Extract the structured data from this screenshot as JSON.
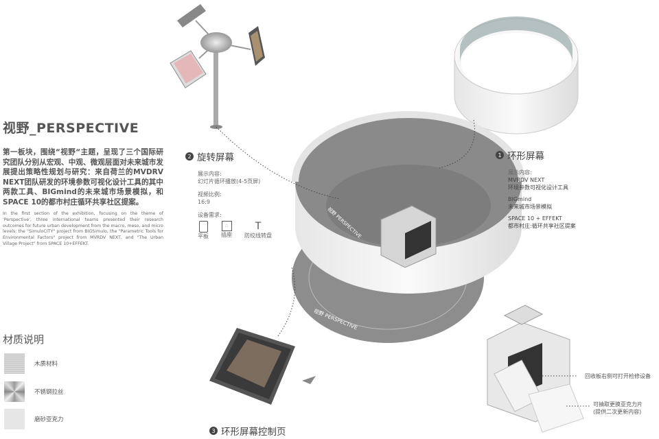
{
  "intro": {
    "title": "视野_PERSPECTIVE",
    "body_cn": "第一板块，围绕“视野“主题，呈现了三个国际研究团队分别从宏观、中观、微观层面对未来城市发展提出策略性规划与研究：来自荷兰的MVDRV  NEXT团队研发的环境参数可视化设计工具的其中两款工具、BIGmind的未来城市场景模拟，和SPACE 10的都市村庄循环共享社区提案。",
    "body_en": "In the first section of the exhibition, focusing on the theme of 'Perspective', three international teams presented their research outcomes for future urban development from the macro, meso, and micro levels: the \"SimuloCITY\" project from BIGSimulo, the \"Parametric Tools for Environmental Factors\" project from MVRDV NEXT, and \"The Urban Village Project\" from SPACE 10+EFFEKT."
  },
  "materials": {
    "title": "材质说明",
    "items": [
      {
        "label": "木质材料",
        "icon": "wood-texture"
      },
      {
        "label": "不锈钢拉丝",
        "icon": "brushed-steel-texture"
      },
      {
        "label": "磨砂亚克力",
        "icon": "frosted-acrylic-texture"
      }
    ]
  },
  "section1": {
    "num": "1",
    "title": "环形屏幕",
    "content_label": "展示内容:",
    "entries": [
      {
        "name": "MVRDV NEXT",
        "desc": "环境参数可视化设计工具"
      },
      {
        "name": "BIGmind",
        "desc": "未来城市场景模拟"
      },
      {
        "name": "SPACE 10 + EFFEKT",
        "desc": "都市村庄:循环共享社区提案"
      }
    ]
  },
  "section2": {
    "num": "2",
    "title": "旋转屏幕",
    "content_label": "展示内容:",
    "content": "幻灯片循环播放(4-5页屏)",
    "ratio_label": "视频比例:",
    "ratio": "16:9",
    "devices_label": "设备需求:",
    "devices": [
      {
        "label": "平板",
        "icon": "tablet-icon"
      },
      {
        "label": "插座",
        "icon": "socket-icon"
      },
      {
        "label": "防绞线转盘",
        "icon": "turntable-icon"
      }
    ]
  },
  "section3": {
    "num": "3",
    "title": "环形屏幕控制页"
  },
  "floor_text": "视野 PERSPECTIVE",
  "ring_text": "视野 PERSPECTIVE",
  "notes": {
    "panel": "回收板右侧可打开检修设备",
    "acrylic_1": "可抽取更换亚克力片",
    "acrylic_2": "(提供二次更新内容)"
  }
}
